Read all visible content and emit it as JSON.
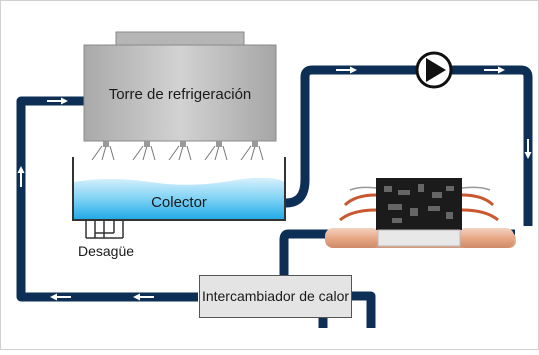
{
  "diagram": {
    "tower_label": "Torre de refrigeración",
    "collector_label": "Colector",
    "drain_label": "Desagüe",
    "heat_exchanger_label": "Intercambiador de calor"
  },
  "colors": {
    "pipe": "#0d2f55",
    "flow_arrow": "#ffffff",
    "tower": "#bfbfbf",
    "water": "#5cc3f0",
    "heat_exchanger": "#e4e4e4"
  }
}
